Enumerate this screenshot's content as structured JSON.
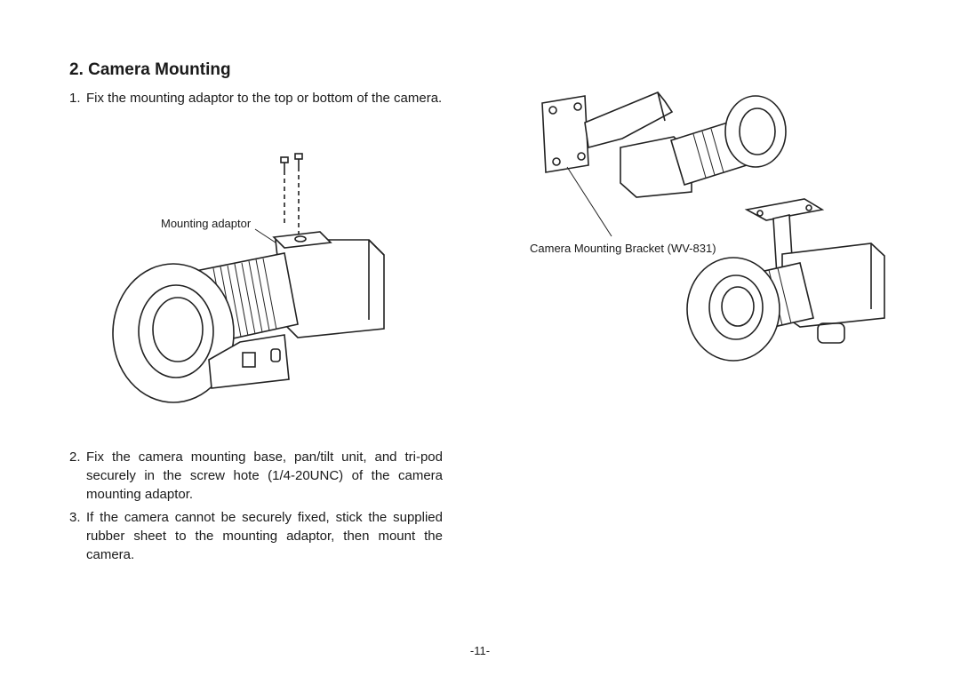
{
  "section": {
    "title": "2. Camera Mounting"
  },
  "steps": [
    {
      "number": "1.",
      "text": "Fix the mounting adaptor to the top or bottom of the camera."
    },
    {
      "number": "2.",
      "text": "Fix the camera mounting base, pan/tilt unit, and tri-pod securely in the screw hote (1/4-20UNC) of the camera mounting adaptor."
    },
    {
      "number": "3.",
      "text": "If the camera cannot be securely fixed, stick the supplied rubber sheet to the mounting adaptor, then mount the camera."
    }
  ],
  "figures": {
    "adaptor_label": "Mounting adaptor",
    "bracket_label": "Camera Mounting Bracket (WV-831)"
  },
  "page_number": "-11-"
}
